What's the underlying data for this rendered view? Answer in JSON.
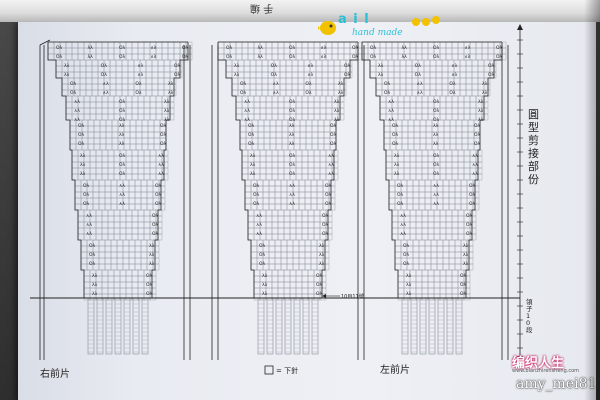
{
  "document": {
    "header_binding_text": "手 编",
    "panels": [
      {
        "name": "右前片",
        "id": "right-front"
      },
      {
        "name": "左前片",
        "id": "left-front"
      }
    ],
    "legend": {
      "symbol_meaning": "= 下針"
    },
    "side_label": "圓型剪接部份",
    "hem_label": "領子10段",
    "arrow_note": "10目11號"
  },
  "watermarks": {
    "logo_text": "a  i l",
    "logo_sub": "hand made",
    "site_name": "编织人生",
    "site_url": "www.bianzhirensheng.com",
    "user": "amy_mei81"
  },
  "colors": {
    "grid": "#8a8f9a",
    "ink": "#222222",
    "accent_logo": "#2bbfd6",
    "paper": "#eceef3"
  }
}
